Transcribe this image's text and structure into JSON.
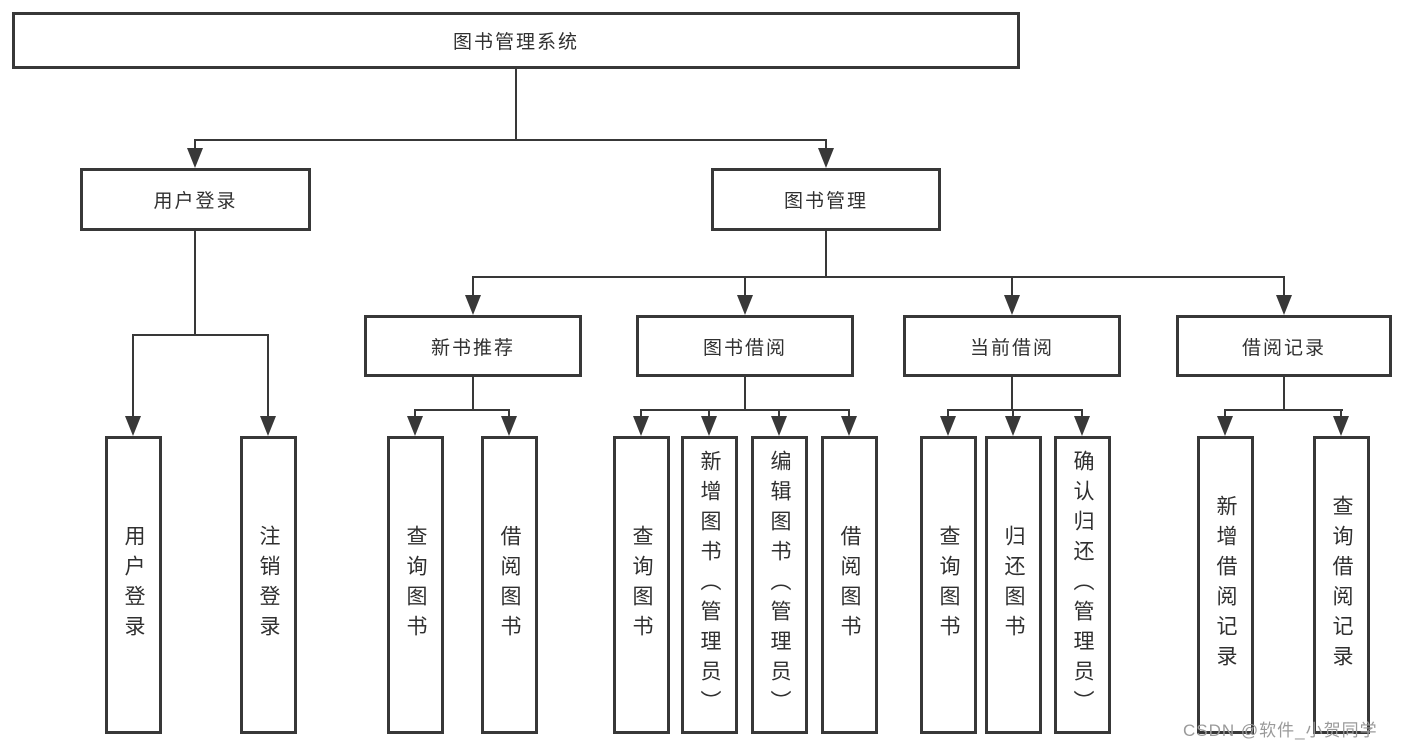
{
  "tree": {
    "label": "图书管理系统",
    "children": [
      {
        "label": "用户登录",
        "children": [
          {
            "label": "用户登录"
          },
          {
            "label": "注销登录"
          }
        ]
      },
      {
        "label": "图书管理",
        "children": [
          {
            "label": "新书推荐",
            "children": [
              {
                "label": "查询图书"
              },
              {
                "label": "借阅图书"
              }
            ]
          },
          {
            "label": "图书借阅",
            "children": [
              {
                "label": "查询图书"
              },
              {
                "label": "新增图书（管理员）"
              },
              {
                "label": "编辑图书（管理员）"
              },
              {
                "label": "借阅图书"
              }
            ]
          },
          {
            "label": "当前借阅",
            "children": [
              {
                "label": "查询图书"
              },
              {
                "label": "归还图书"
              },
              {
                "label": "确认归还（管理员）"
              }
            ]
          },
          {
            "label": "借阅记录",
            "children": [
              {
                "label": "新增借阅记录"
              },
              {
                "label": "查询借阅记录"
              }
            ]
          }
        ]
      }
    ]
  },
  "watermark": {
    "text": "CSDN @软件_小贺同学"
  },
  "colors": {
    "line": "#383838",
    "box_border": "#383838",
    "text": "#303030",
    "watermark": "#9a9a9a",
    "background": "#ffffff"
  }
}
